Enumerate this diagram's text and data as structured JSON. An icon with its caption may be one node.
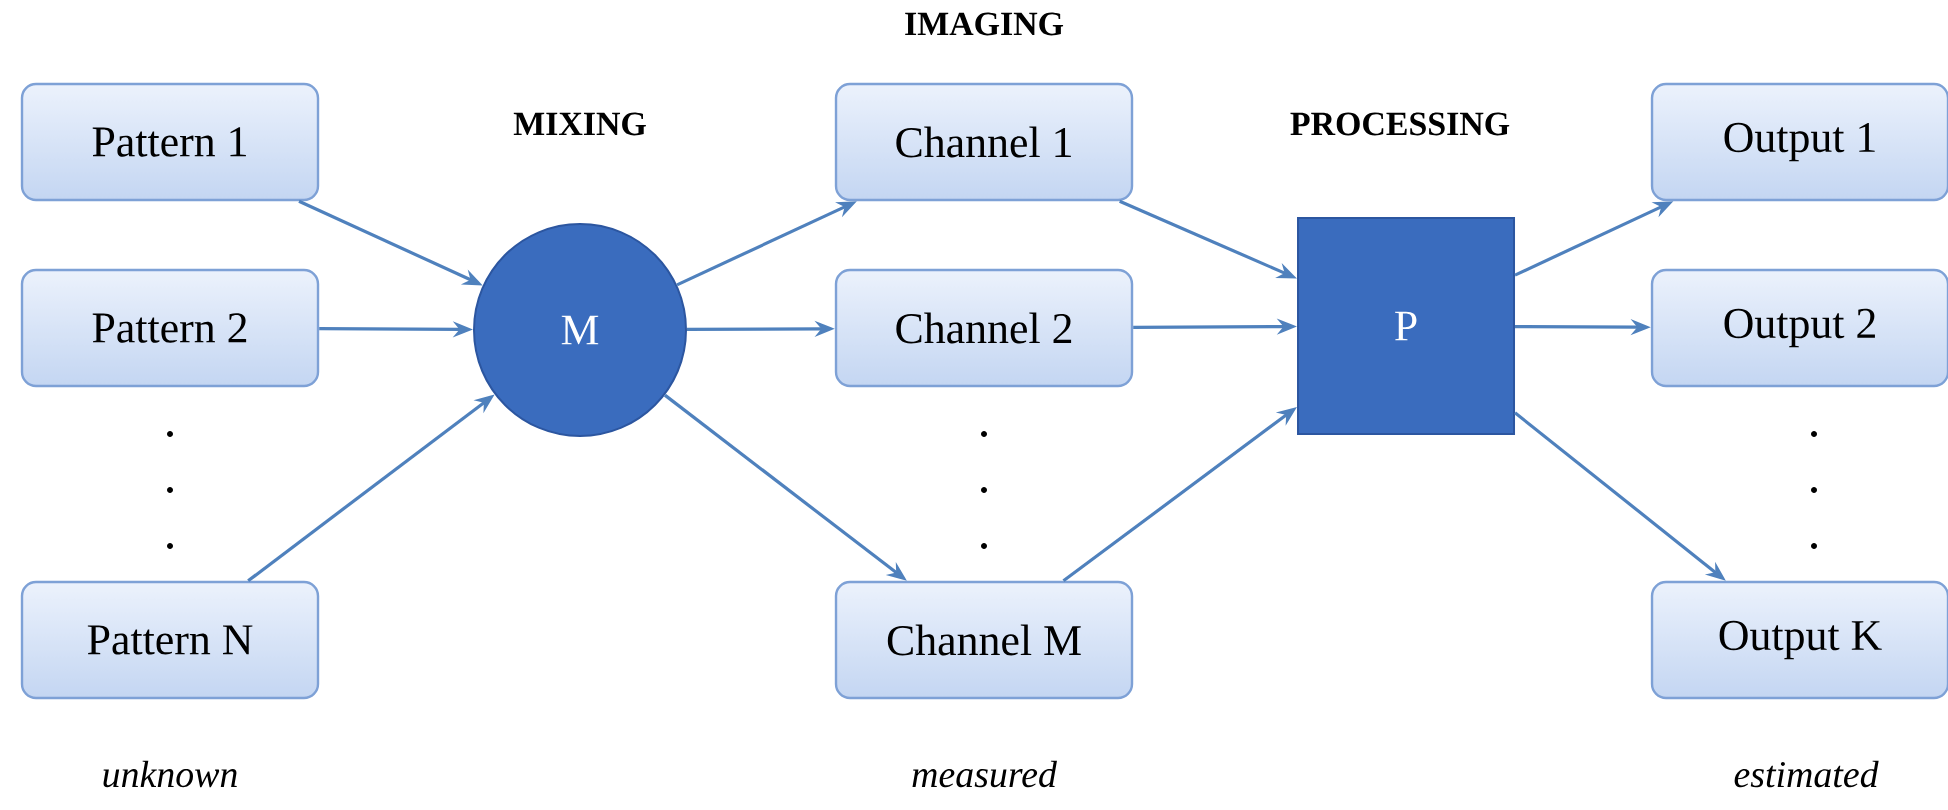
{
  "diagram": {
    "nodes": [
      {
        "text": [
          "Pattern 1"
        ]
      },
      {
        "text": [
          "Pattern 2"
        ]
      },
      {
        "text": [
          "Pattern N"
        ]
      },
      {
        "text": [
          "M"
        ]
      },
      {
        "text": [
          "Channel 1"
        ]
      },
      {
        "text": [
          "Channel 2"
        ]
      },
      {
        "text": [
          "Channel M"
        ]
      },
      {
        "text": [
          "P"
        ]
      },
      {
        "text": [
          "Output 1"
        ]
      },
      {
        "text": [
          "Output 2"
        ]
      },
      {
        "text": [
          "Output K"
        ]
      }
    ],
    "edges": [
      {
        "from": 0,
        "to": 3,
        "arrow": "to"
      },
      {
        "from": 1,
        "to": 3,
        "arrow": "to"
      },
      {
        "from": 2,
        "to": 3,
        "arrow": "to"
      },
      {
        "from": 3,
        "to": 4,
        "arrow": "to"
      },
      {
        "from": 3,
        "to": 5,
        "arrow": "to"
      },
      {
        "from": 3,
        "to": 6,
        "arrow": "to"
      },
      {
        "from": 4,
        "to": 7,
        "arrow": "to"
      },
      {
        "from": 5,
        "to": 7,
        "arrow": "to"
      },
      {
        "from": 6,
        "to": 7,
        "arrow": "to"
      },
      {
        "from": 7,
        "to": 8,
        "arrow": "to"
      },
      {
        "from": 7,
        "to": 9,
        "arrow": "to"
      },
      {
        "from": 7,
        "to": 10,
        "arrow": "to"
      }
    ],
    "labels": [
      "IMAGING",
      "MIXING",
      "PROCESSING",
      "unknown",
      "measured",
      "estimated"
    ]
  }
}
